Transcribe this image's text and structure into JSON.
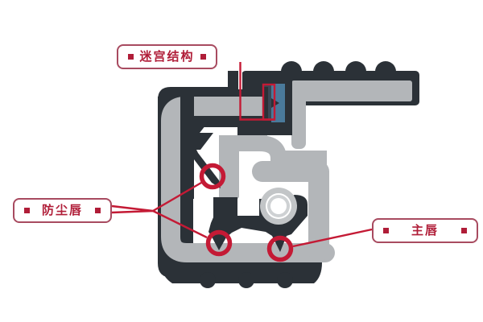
{
  "figure": {
    "type": "technical-cutaway-diagram",
    "subject": "oil seal cross-section with annotated sealing lips",
    "labels": [
      {
        "id": "labyrinth",
        "text": "迷宫结构"
      },
      {
        "id": "dust-lip",
        "text": "防尘唇"
      },
      {
        "id": "main-lip",
        "text": "主唇"
      }
    ],
    "annotations": [
      {
        "target": "labyrinth-slot",
        "marker": "rectangle-outline"
      },
      {
        "target": "upper-dust-lip",
        "marker": "circle"
      },
      {
        "target": "lower-dust-lip",
        "marker": "circle"
      },
      {
        "target": "main-sealing-lip",
        "marker": "circle"
      }
    ]
  },
  "colors": {
    "dark": "#2b3137",
    "gray": "#b3b6b9",
    "spring_gray": "#ced1d3",
    "spring_outer": "#c2c5c7",
    "blue": "#4a7a9b",
    "slot": "#3a4754",
    "red": "#c41a35",
    "box_border": "#a84b60",
    "label_text": "#b01d38",
    "background": "#ffffff"
  }
}
